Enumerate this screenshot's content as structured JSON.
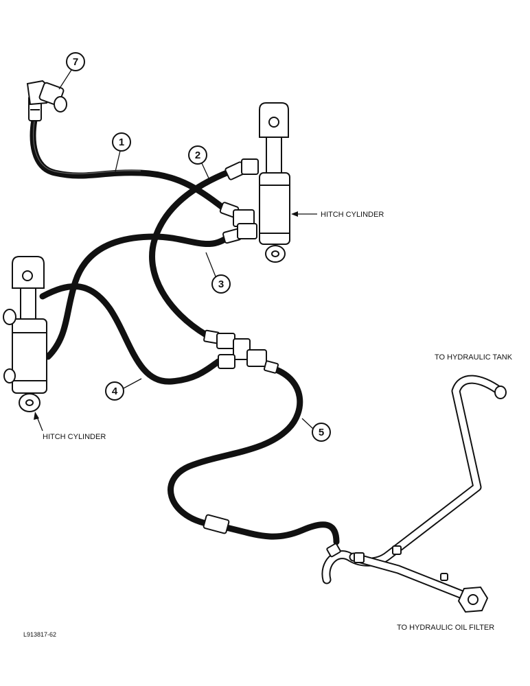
{
  "callouts": {
    "c1": "1",
    "c2": "2",
    "c3": "3",
    "c4": "4",
    "c5": "5",
    "c7": "7"
  },
  "labels": {
    "hitch_cylinder_right": "HITCH CYLINDER",
    "hitch_cylinder_left": "HITCH CYLINDER",
    "to_hydraulic_tank": "TO HYDRAULIC TANK",
    "to_hydraulic_oil_filter": "TO HYDRAULIC OIL FILTER",
    "figure_id": "L913817-62"
  }
}
